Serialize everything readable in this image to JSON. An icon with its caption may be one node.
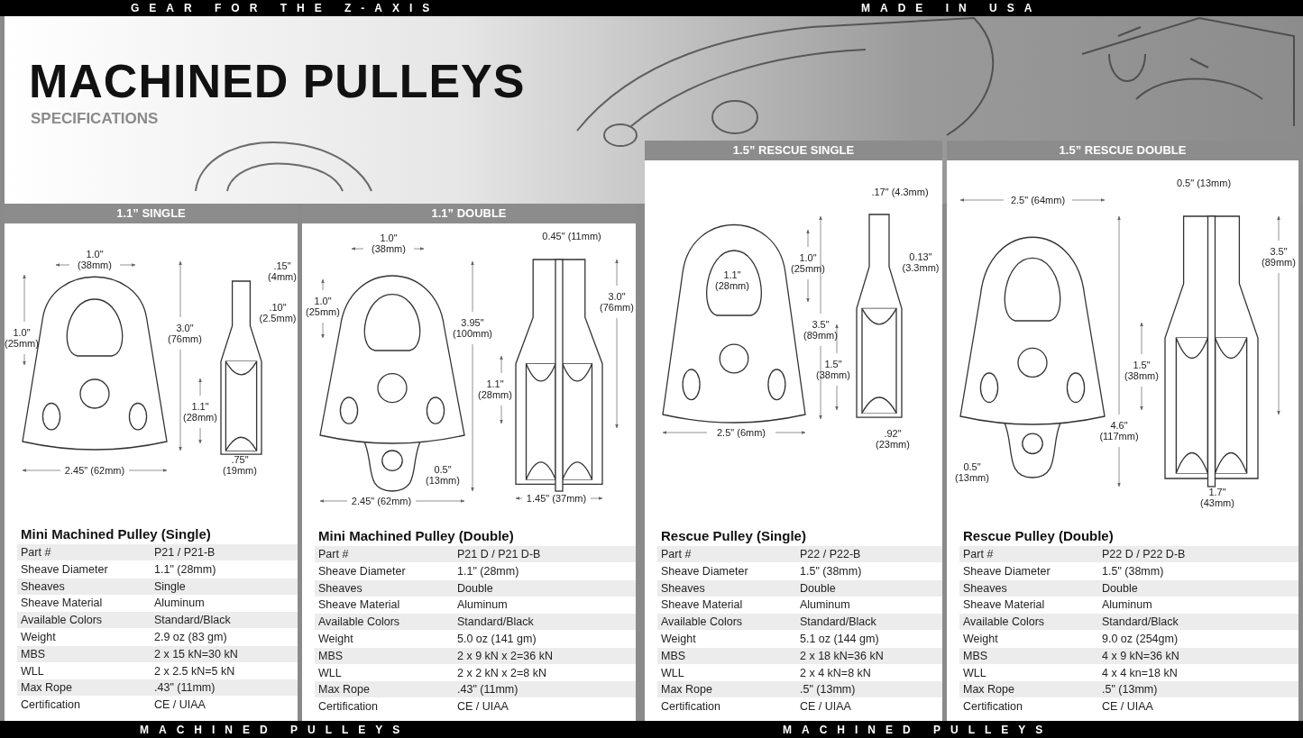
{
  "diagram": {
    "title": "MACHINED PULLEYS",
    "nodes": [
      {
        "text": [
          "1.1” SINGLE",
          "Mini Machined Pulley (Single)"
        ]
      },
      {
        "text": [
          "1.1” DOUBLE",
          "Mini Machined Pulley (Double)"
        ]
      },
      {
        "text": [
          "1.5” RESCUE SINGLE",
          "Rescue Pulley (Single)"
        ]
      },
      {
        "text": [
          "1.5” RESCUE DOUBLE",
          "Rescue Pulley (Double)"
        ]
      }
    ],
    "labels": [
      "GEAR FOR THE Z-AXIS",
      "MADE IN USA",
      "SPECIFICATIONS",
      "1.0\" (38mm)",
      "1.0\" (25mm)",
      "3.0\" (76mm)",
      ".15\" (4mm)",
      ".10\" (2.5mm)",
      "1.1\" (28mm)",
      "2.45\" (62mm)",
      ".75\" (19mm)",
      "Part #",
      "P21 / P21-B",
      "Sheave Diameter",
      "1.1\" (28mm)",
      "Sheaves",
      "Single",
      "Sheave Material",
      "Aluminum",
      "Available Colors",
      "Standard/Black",
      "Weight",
      "2.9 oz (83 gm)",
      "MBS",
      "2 x 15 kN=30 kN",
      "WLL",
      "2 x 2.5 kN=5 kN",
      "Max Rope",
      ".43\" (11mm)",
      "Certification",
      "CE / UIAA",
      "1.0\" (38mm)",
      "1.0\" (25mm)",
      "3.95\" (100mm)",
      "0.45\" (11mm)",
      "3.0\" (76mm)",
      "1.1\" (28mm)",
      "0.5\" (13mm)",
      "2.45\" (62mm)",
      "1.45\" (37mm)",
      "Part #",
      "P21 D / P21 D-B",
      "Sheave Diameter",
      "1.1\" (28mm)",
      "Sheaves",
      "Double",
      "Sheave Material",
      "Aluminum",
      "Available Colors",
      "Standard/Black",
      "Weight",
      "5.0 oz (141 gm)",
      "MBS",
      "2 x 9 kN x 2=36 kN",
      "WLL",
      "2 x 2 kN x 2=8 kN",
      "Max Rope",
      ".43\" (11mm)",
      "Certification",
      "CE / UIAA",
      ".17\" (4.3mm)",
      "1.0\" (25mm)",
      "1.1\" (28mm)",
      "0.13\" (3.3mm)",
      "3.5\" (89mm)",
      "1.5\" (38mm)",
      "2.5\" (6mm)",
      ".92\" (23mm)",
      "Part #",
      "P22 / P22-B",
      "Sheave Diameter",
      "1.5\" (38mm)",
      "Sheaves",
      "Double",
      "Sheave Material",
      "Aluminum",
      "Available Colors",
      "Standard/Black",
      "Weight",
      "5.1 oz (144 gm)",
      "MBS",
      "2 x 18 kN=36 kN",
      "WLL",
      "2 x 4 kN=8 kN",
      "Max Rope",
      ".5\" (13mm)",
      "Certification",
      "CE / UIAA",
      "0.5\" (13mm)",
      "2.5\" (64mm)",
      "3.5\" (89mm)",
      "1.5\" (38mm)",
      "4.6\" (117mm)",
      "0.5\" (13mm)",
      "1.7\" (43mm)",
      "Part #",
      "P22 D / P22 D-B",
      "Sheave Diameter",
      "1.5\" (38mm)",
      "Sheaves",
      "Double",
      "Sheave Material",
      "Aluminum",
      "Available Colors",
      "Standard/Black",
      "Weight",
      "9.0 oz (254gm)",
      "MBS",
      "4 x 9 kN=36 kN",
      "WLL",
      "4 x 4 kn=18 kN",
      "Max Rope",
      ".5\" (13mm)",
      "Certification",
      "CE / UIAA",
      "MACHINED PULLEYS",
      "MACHINED PULLEYS"
    ]
  }
}
